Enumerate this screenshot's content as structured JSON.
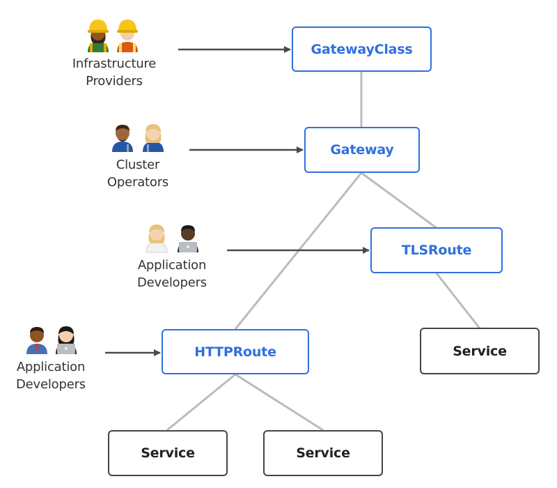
{
  "colors": {
    "resource_border": "#2f6fde",
    "service_border": "#444444",
    "tree_line": "#bbbbbb",
    "arrow": "#4a4a4a"
  },
  "nodes": {
    "gatewayclass": "GatewayClass",
    "gateway": "Gateway",
    "tlsroute": "TLSRoute",
    "httproute": "HTTPRoute",
    "service_tls": "Service",
    "service_http_1": "Service",
    "service_http_2": "Service"
  },
  "personas": {
    "infrastructure_providers": {
      "label": "Infrastructure\nProviders",
      "icons": [
        "construction-worker-woman-icon",
        "construction-worker-man-icon"
      ]
    },
    "cluster_operators": {
      "label": "Cluster\nOperators",
      "icons": [
        "mechanic-man-icon",
        "mechanic-woman-icon"
      ]
    },
    "application_developers_tls": {
      "label": "Application\nDevelopers",
      "icons": [
        "scientist-woman-icon",
        "technologist-man-icon"
      ]
    },
    "application_developers_http": {
      "label": "Application\nDevelopers",
      "icons": [
        "office-worker-man-icon",
        "technologist-woman-icon"
      ]
    }
  }
}
